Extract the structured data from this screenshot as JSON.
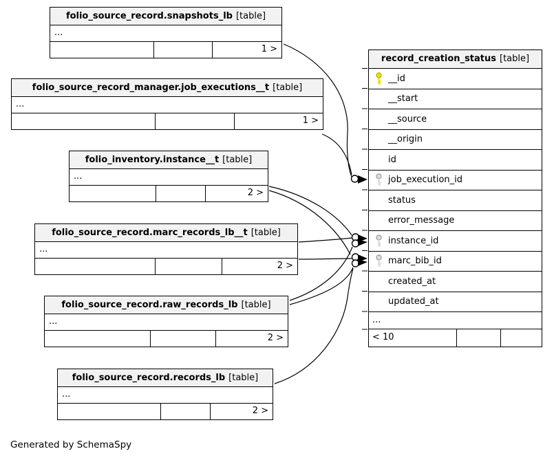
{
  "page": {
    "footer_note": "Generated by SchemaSpy"
  },
  "colors": {
    "primary_key": "#e8e400",
    "foreign_key": "#dcdcdc",
    "header_bg": "#f2f2f2",
    "edge": "#000000"
  },
  "main_table": {
    "name": "record_creation_status",
    "type_label": "[table]",
    "ellipsis": "...",
    "hidden_parents": "< 10",
    "columns": [
      {
        "name": "__id",
        "key": "primary"
      },
      {
        "name": "__start",
        "key": "none"
      },
      {
        "name": "__source",
        "key": "none"
      },
      {
        "name": "__origin",
        "key": "none"
      },
      {
        "name": "id",
        "key": "none"
      },
      {
        "name": "job_execution_id",
        "key": "foreign"
      },
      {
        "name": "status",
        "key": "none"
      },
      {
        "name": "error_message",
        "key": "none"
      },
      {
        "name": "instance_id",
        "key": "foreign"
      },
      {
        "name": "marc_bib_id",
        "key": "foreign"
      },
      {
        "name": "created_at",
        "key": "none"
      },
      {
        "name": "updated_at",
        "key": "none"
      }
    ]
  },
  "related_tables": [
    {
      "name": "folio_source_record.snapshots_lb",
      "type_label": "[table]",
      "ellipsis": "...",
      "hidden_children": "1 >"
    },
    {
      "name": "folio_source_record_manager.job_executions__t",
      "type_label": "[table]",
      "ellipsis": "...",
      "hidden_children": "1 >"
    },
    {
      "name": "folio_inventory.instance__t",
      "type_label": "[table]",
      "ellipsis": "...",
      "hidden_children": "2 >"
    },
    {
      "name": "folio_source_record.marc_records_lb__t",
      "type_label": "[table]",
      "ellipsis": "...",
      "hidden_children": "2 >"
    },
    {
      "name": "folio_source_record.raw_records_lb",
      "type_label": "[table]",
      "ellipsis": "...",
      "hidden_children": "2 >"
    },
    {
      "name": "folio_source_record.records_lb",
      "type_label": "[table]",
      "ellipsis": "...",
      "hidden_children": "2 >"
    }
  ],
  "relationships": [
    {
      "from": "folio_source_record.snapshots_lb",
      "to_column": "job_execution_id"
    },
    {
      "from": "folio_source_record_manager.job_executions__t",
      "to_column": "job_execution_id"
    },
    {
      "from": "folio_inventory.instance__t",
      "to_column": "instance_id"
    },
    {
      "from": "folio_inventory.instance__t",
      "to_column": "marc_bib_id"
    },
    {
      "from": "folio_source_record.marc_records_lb__t",
      "to_column": "instance_id"
    },
    {
      "from": "folio_source_record.marc_records_lb__t",
      "to_column": "marc_bib_id"
    },
    {
      "from": "folio_source_record.raw_records_lb",
      "to_column": "instance_id"
    },
    {
      "from": "folio_source_record.raw_records_lb",
      "to_column": "marc_bib_id"
    },
    {
      "from": "folio_source_record.records_lb",
      "to_column": "marc_bib_id"
    }
  ]
}
